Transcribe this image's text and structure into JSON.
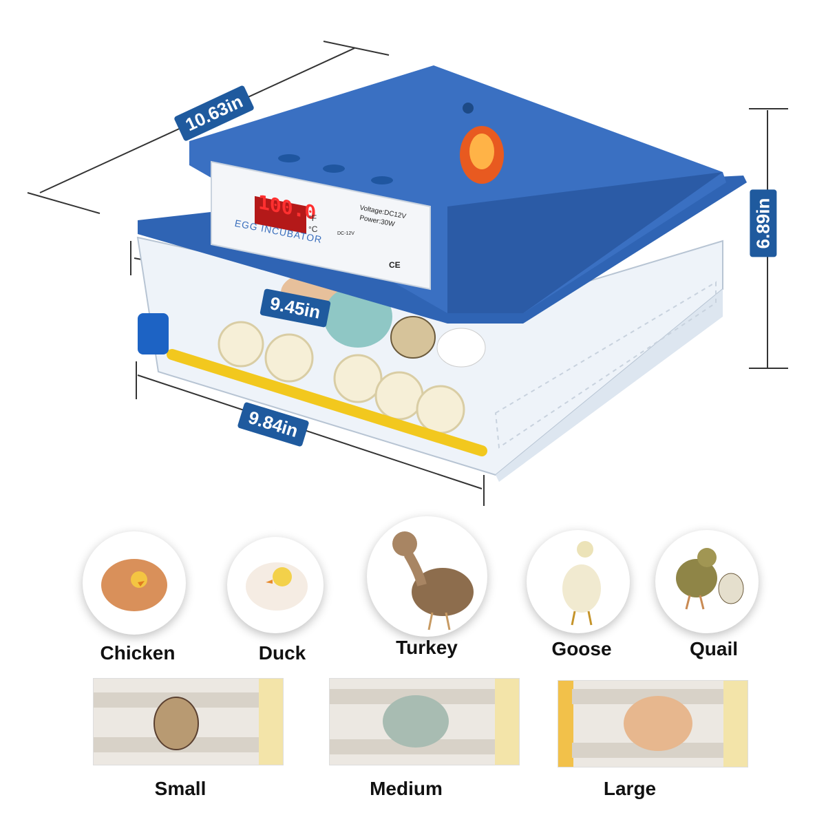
{
  "dimensions": {
    "length": "10.63in",
    "height": "6.89in",
    "inner_width": "9.45in",
    "base_width": "9.84in"
  },
  "panel": {
    "display": "100.0",
    "unit_f": "°F",
    "unit_c": "°C",
    "brand": "EGG INCUBATOR",
    "voltage": "Voltage:DC12V",
    "power": "Power:30W",
    "dc_label": "DC-12V",
    "ce_mark": "CE"
  },
  "birds": [
    {
      "label": "Chicken",
      "icon": "chick-in-egg-icon"
    },
    {
      "label": "Duck",
      "icon": "duckling-in-egg-icon"
    },
    {
      "label": "Turkey",
      "icon": "turkey-poult-icon"
    },
    {
      "label": "Goose",
      "icon": "gosling-icon"
    },
    {
      "label": "Quail",
      "icon": "quail-chick-icon"
    }
  ],
  "sizes": [
    {
      "label": "Small"
    },
    {
      "label": "Medium"
    },
    {
      "label": "Large"
    }
  ],
  "colors": {
    "accent": "#1f5a9e",
    "lid": "#2f64b4",
    "yellow": "#f2c81e"
  }
}
